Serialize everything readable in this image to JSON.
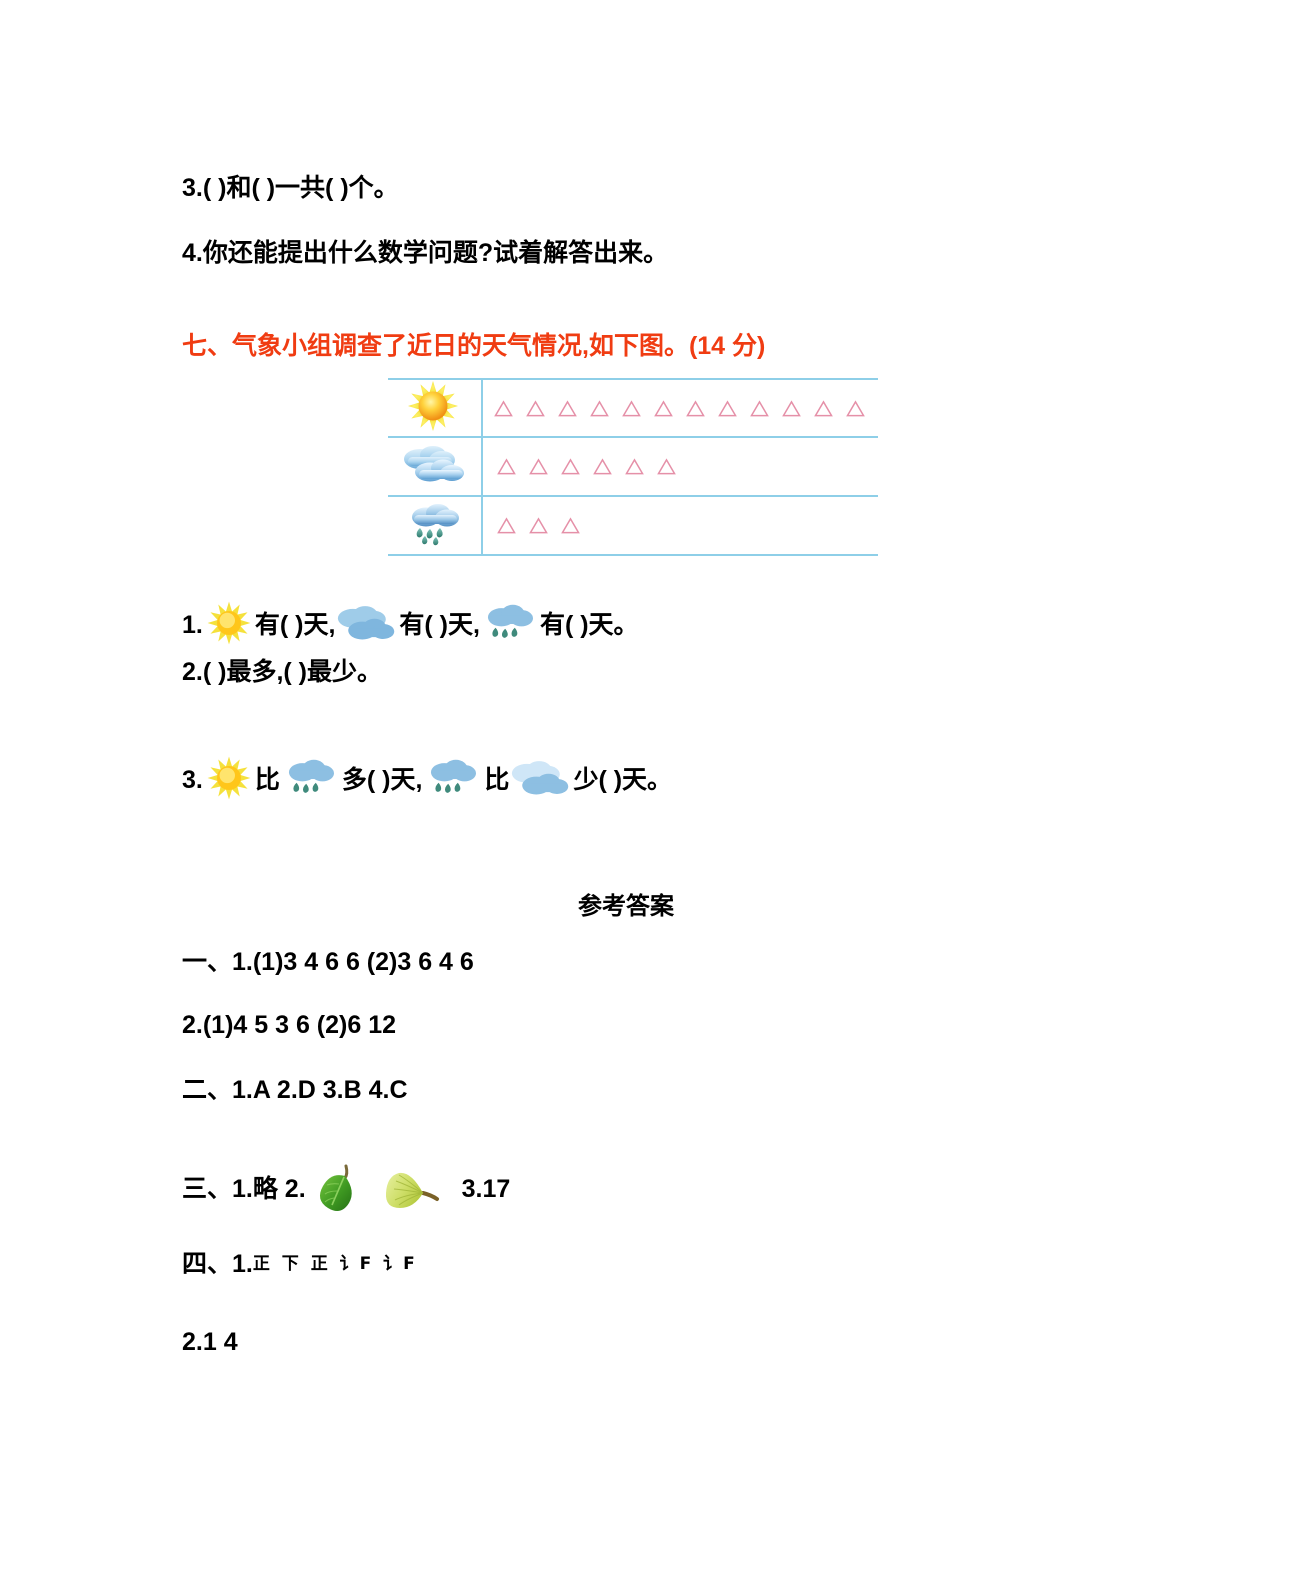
{
  "document": {
    "type": "worksheet-page",
    "colors": {
      "section_heading": "#f03c12",
      "chart_rule": "#8ecfe8",
      "tally_triangle": "#e590a8",
      "body_text": "#000000"
    }
  },
  "questions_top": [
    {
      "id": "q3",
      "text": "3.(    )和(    )一共(    )个。"
    },
    {
      "id": "q4",
      "text": "4.你还能提出什么数学问题?试着解答出来。"
    }
  ],
  "section_seven": {
    "heading": "七、气象小组调查了近日的天气情况,如下图。(14 分)"
  },
  "chart_data": {
    "type": "bar",
    "subtype": "pictograph",
    "title": "气象小组调查了近日的天气情况",
    "categories": [
      "晴",
      "多云",
      "雨"
    ],
    "category_icons": [
      "sun-icon",
      "cloudy-icon",
      "rain-icon"
    ],
    "values": [
      12,
      6,
      3
    ],
    "unit": "天",
    "symbol": "triangle",
    "symbol_value": 1,
    "xlabel": "",
    "ylabel": "",
    "grid": true,
    "legend": "none"
  },
  "chart_questions": {
    "q1": {
      "number": "1.",
      "seg1": "有(        )天,",
      "seg2": "有(        )天,",
      "seg3": "有(        )天。"
    },
    "q2": {
      "text": "2.(        )最多,(        )最少。"
    },
    "q3": {
      "number": "3.",
      "seg_bi_1": "比",
      "seg_duo": "多(        )天,",
      "seg_bi_2": "比",
      "seg_shao": "少(        )天。"
    }
  },
  "answers": {
    "title": "参考答案",
    "items": [
      {
        "id": "a1",
        "text": "一、1.(1)3   4   6   6   (2)3   6   4   6"
      },
      {
        "id": "a2",
        "text": "2.(1)4   5   3   6   (2)6   12"
      },
      {
        "id": "a3",
        "text": "二、1.A   2.D   3.B   4.C"
      },
      {
        "id": "a4-prefix",
        "text": "三、1.略   2."
      },
      {
        "id": "a4-suffix",
        "text": "3.17"
      },
      {
        "id": "a5-prefix",
        "text": "四、1."
      },
      {
        "id": "a5-tally",
        "text": "正 下   正 讠F  讠F"
      },
      {
        "id": "a6",
        "text": "2.1    4"
      }
    ]
  }
}
